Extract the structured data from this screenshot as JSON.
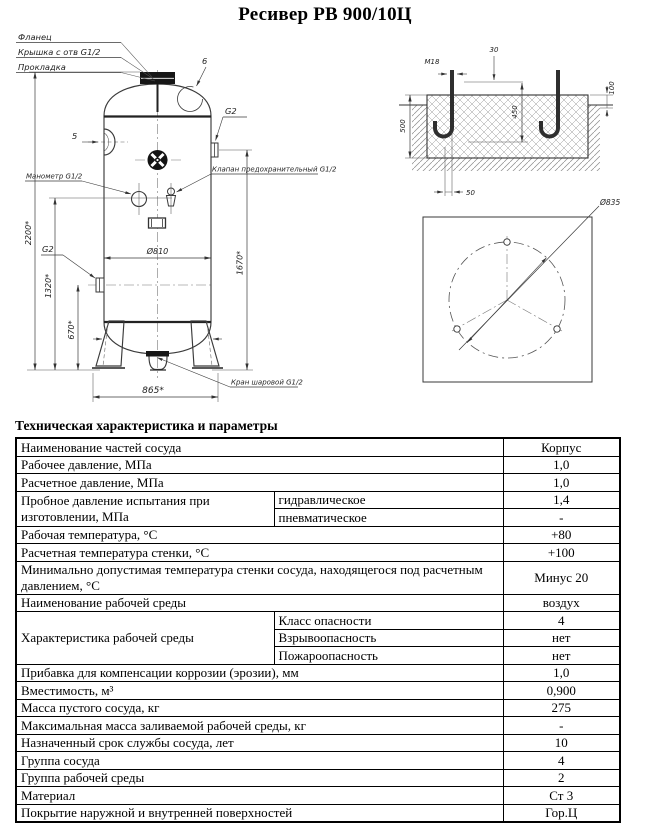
{
  "title": "Ресивер РВ 900/10Ц",
  "drawing": {
    "callouts": {
      "flange": "Фланец",
      "cover": "Крышка с отв G1/2",
      "gasket": "Прокладка",
      "pos6": "6",
      "wall5": "5",
      "g2_top": "G2",
      "g2_side": "G2",
      "manometer": "Манометр G1/2",
      "safety_valve": "Клапан предохранительный G1/2",
      "ball_valve": "Кран шаровой G1/2"
    },
    "dims": {
      "h2200": "2200*",
      "h1320": "1320*",
      "h670": "670*",
      "h1670": "1670*",
      "d810": "Ø810",
      "w865": "865*"
    },
    "foundation": {
      "m18": "М18",
      "d30": "30",
      "d500": "500",
      "d450": "450",
      "d100": "100",
      "d50": "50",
      "d835": "Ø835"
    }
  },
  "table": {
    "heading": "Техническая характеристика и параметры",
    "rows": [
      {
        "label": "Наименование частей сосуда",
        "value": "Корпус"
      },
      {
        "label": "Рабочее давление, МПа",
        "value": "1,0"
      },
      {
        "label": "Расчетное давление, МПа",
        "value": "1,0"
      },
      {
        "label": "Пробное давление испытания при изготовлении, МПа",
        "subs": [
          {
            "label": "гидравлическое",
            "value": "1,4"
          },
          {
            "label": "пневматическое",
            "value": "-"
          }
        ]
      },
      {
        "label": "Рабочая температура, °С",
        "value": "+80"
      },
      {
        "label": "Расчетная температура стенки, °С",
        "value": "+100"
      },
      {
        "label": "Минимально допустимая температура стенки сосуда, находящегося под расчетным давлением, °С",
        "value": "Минус 20"
      },
      {
        "label": "Наименование рабочей среды",
        "value": "воздух"
      },
      {
        "label": "Характеристика рабочей среды",
        "subs": [
          {
            "label": "Класс опасности",
            "value": "4"
          },
          {
            "label": "Взрывоопасность",
            "value": "нет"
          },
          {
            "label": "Пожароопасность",
            "value": "нет"
          }
        ]
      },
      {
        "label": "Прибавка для компенсации коррозии (эрозии), мм",
        "value": "1,0"
      },
      {
        "label": "Вместимость, м³",
        "value": "0,900"
      },
      {
        "label": "Масса пустого сосуда, кг",
        "value": "275"
      },
      {
        "label": "Максимальная масса заливаемой рабочей среды, кг",
        "value": "-"
      },
      {
        "label": "Назначенный срок службы сосуда, лет",
        "value": "10"
      },
      {
        "label": "Группа сосуда",
        "value": "4"
      },
      {
        "label": "Группа рабочей среды",
        "value": "2"
      },
      {
        "label": "Материал",
        "value": "Ст 3"
      },
      {
        "label": "Покрытие наружной и внутренней поверхностей",
        "value": "Гор.Ц"
      }
    ]
  }
}
